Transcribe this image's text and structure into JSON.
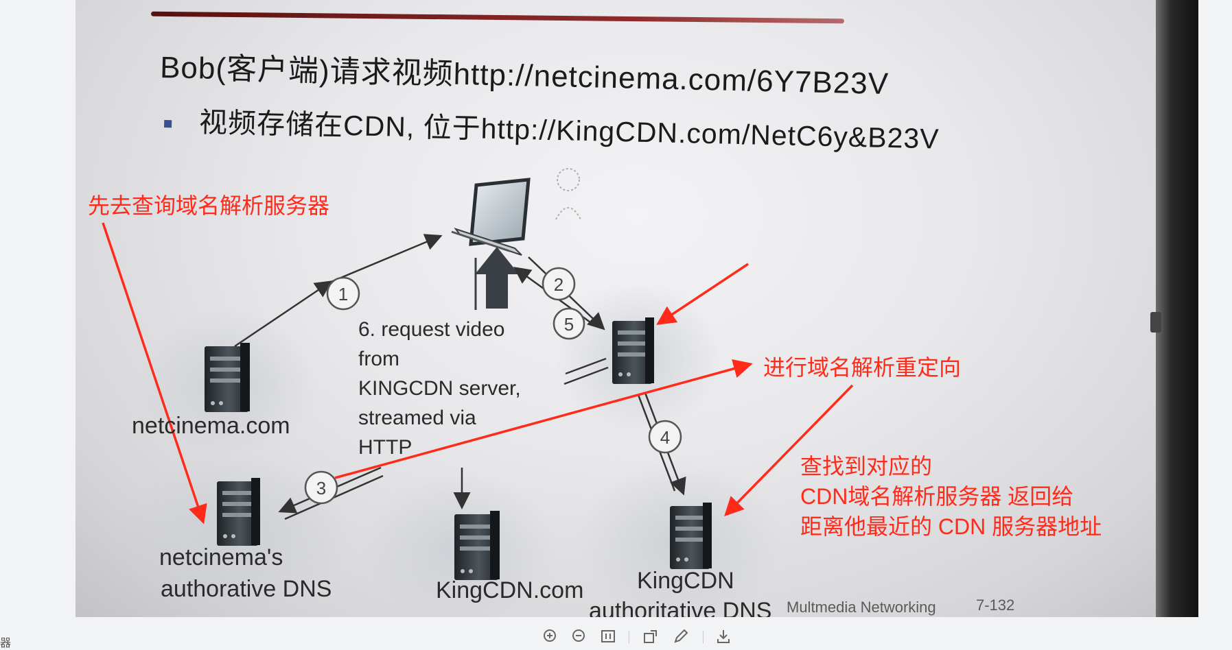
{
  "slide": {
    "line1": "Bob(客户端)请求视频http://netcinema.com/6Y7B23V",
    "line2": "视频存储在CDN, 位于http://KingCDN.com/NetC6y&B23V"
  },
  "diagram": {
    "nodes": {
      "netcinema": "netcinema.com",
      "netcinema_dns_1": "netcinema's",
      "netcinema_dns_2": "authorative DNS",
      "kingcdn_server": "KingCDN.com",
      "kingcdn_dns_1": "KingCDN",
      "kingcdn_dns_2": "authoritative DNS"
    },
    "step_labels": [
      "1",
      "2",
      "3",
      "4",
      "5"
    ],
    "step6": [
      "6. request video",
      "from",
      "KINGCDN server,",
      "streamed via",
      "HTTP"
    ],
    "footer": "Multmedia Networking",
    "page": "7-132"
  },
  "annotations": {
    "query_dns": "先去查询域名解析服务器",
    "redirect": "进行域名解析重定向",
    "found_1": "查找到对应的",
    "found_2": "CDN域名解析服务器 返回给",
    "found_3": "距离他最近的 CDN 服务器地址"
  },
  "colors": {
    "annotation": "#ff2a1a",
    "title_rule": "#8e2b2b"
  },
  "toolbar": {
    "icons": [
      "zoom-in-icon",
      "zoom-out-icon",
      "fit-page-icon",
      "rotate-icon",
      "edit-icon",
      "download-icon"
    ]
  },
  "sidebar_glyph": "器"
}
